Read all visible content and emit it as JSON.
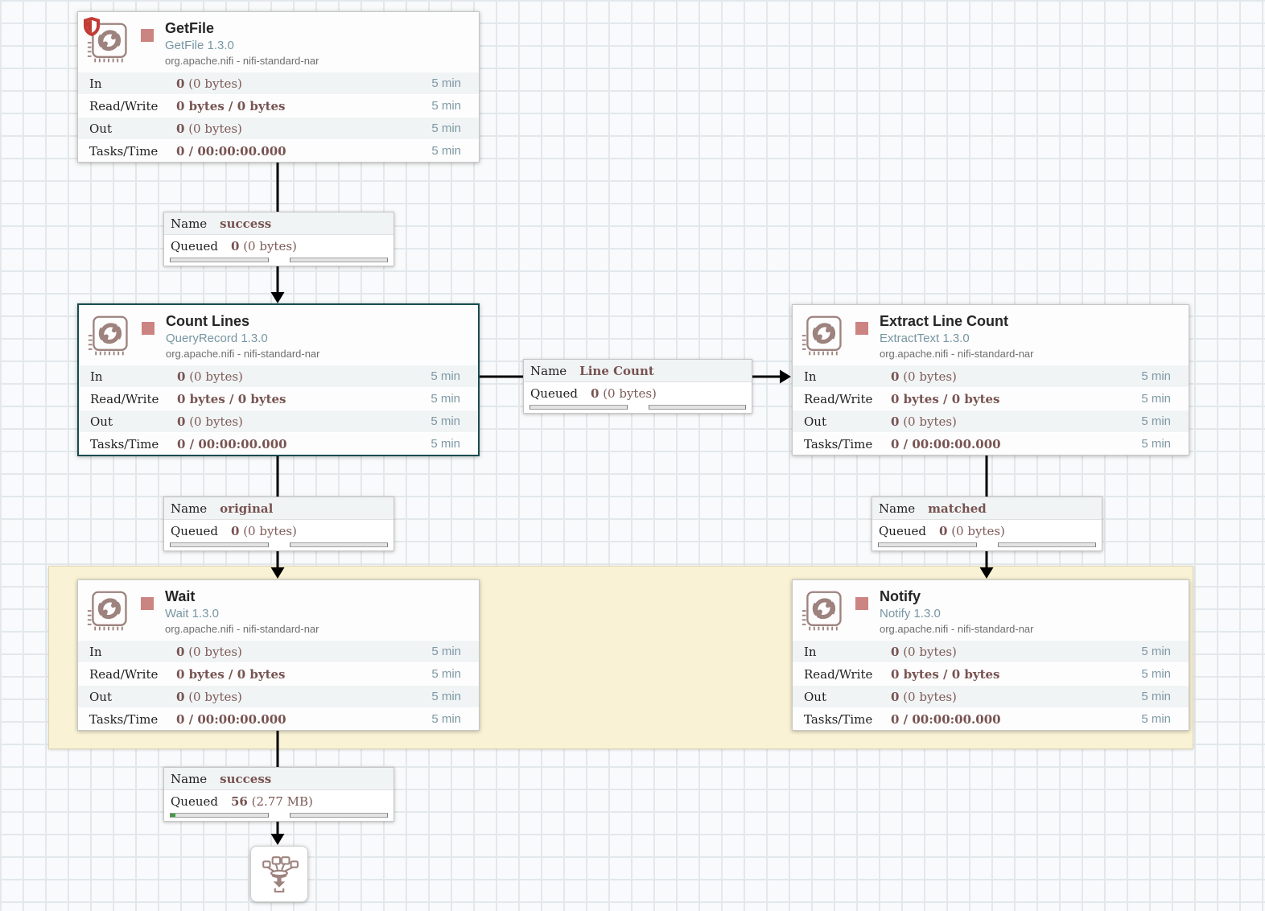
{
  "processors": [
    {
      "name": "GetFile",
      "type_version": "GetFile 1.3.0",
      "bundle": "org.apache.nifi - nifi-standard-nar",
      "restricted": true,
      "stats": [
        {
          "label": "In",
          "bold": "0",
          "rest": " (0 bytes)",
          "window": "5 min"
        },
        {
          "label": "Read/Write",
          "bold": "0 bytes / 0 bytes",
          "rest": "",
          "window": "5 min"
        },
        {
          "label": "Out",
          "bold": "0",
          "rest": " (0 bytes)",
          "window": "5 min"
        },
        {
          "label": "Tasks/Time",
          "bold": "0 / 00:00:00.000",
          "rest": "",
          "window": "5 min"
        }
      ]
    },
    {
      "name": "Count Lines",
      "type_version": "QueryRecord 1.3.0",
      "bundle": "org.apache.nifi - nifi-standard-nar",
      "restricted": false,
      "stats": [
        {
          "label": "In",
          "bold": "0",
          "rest": " (0 bytes)",
          "window": "5 min"
        },
        {
          "label": "Read/Write",
          "bold": "0 bytes / 0 bytes",
          "rest": "",
          "window": "5 min"
        },
        {
          "label": "Out",
          "bold": "0",
          "rest": " (0 bytes)",
          "window": "5 min"
        },
        {
          "label": "Tasks/Time",
          "bold": "0 / 00:00:00.000",
          "rest": "",
          "window": "5 min"
        }
      ]
    },
    {
      "name": "Extract Line Count",
      "type_version": "ExtractText 1.3.0",
      "bundle": "org.apache.nifi - nifi-standard-nar",
      "restricted": false,
      "stats": [
        {
          "label": "In",
          "bold": "0",
          "rest": " (0 bytes)",
          "window": "5 min"
        },
        {
          "label": "Read/Write",
          "bold": "0 bytes / 0 bytes",
          "rest": "",
          "window": "5 min"
        },
        {
          "label": "Out",
          "bold": "0",
          "rest": " (0 bytes)",
          "window": "5 min"
        },
        {
          "label": "Tasks/Time",
          "bold": "0 / 00:00:00.000",
          "rest": "",
          "window": "5 min"
        }
      ]
    },
    {
      "name": "Wait",
      "type_version": "Wait 1.3.0",
      "bundle": "org.apache.nifi - nifi-standard-nar",
      "restricted": false,
      "stats": [
        {
          "label": "In",
          "bold": "0",
          "rest": " (0 bytes)",
          "window": "5 min"
        },
        {
          "label": "Read/Write",
          "bold": "0 bytes / 0 bytes",
          "rest": "",
          "window": "5 min"
        },
        {
          "label": "Out",
          "bold": "0",
          "rest": " (0 bytes)",
          "window": "5 min"
        },
        {
          "label": "Tasks/Time",
          "bold": "0 / 00:00:00.000",
          "rest": "",
          "window": "5 min"
        }
      ]
    },
    {
      "name": "Notify",
      "type_version": "Notify 1.3.0",
      "bundle": "org.apache.nifi - nifi-standard-nar",
      "restricted": false,
      "stats": [
        {
          "label": "In",
          "bold": "0",
          "rest": " (0 bytes)",
          "window": "5 min"
        },
        {
          "label": "Read/Write",
          "bold": "0 bytes / 0 bytes",
          "rest": "",
          "window": "5 min"
        },
        {
          "label": "Out",
          "bold": "0",
          "rest": " (0 bytes)",
          "window": "5 min"
        },
        {
          "label": "Tasks/Time",
          "bold": "0 / 00:00:00.000",
          "rest": "",
          "window": "5 min"
        }
      ]
    }
  ],
  "connections": [
    {
      "name_label": "Name",
      "name": "success",
      "queued_label": "Queued",
      "queued_bold": "0",
      "queued_rest": " (0 bytes)",
      "bar1_fill": "0%",
      "bar2_fill": "0%"
    },
    {
      "name_label": "Name",
      "name": "Line Count",
      "queued_label": "Queued",
      "queued_bold": "0",
      "queued_rest": " (0 bytes)",
      "bar1_fill": "0%",
      "bar2_fill": "0%"
    },
    {
      "name_label": "Name",
      "name": "original",
      "queued_label": "Queued",
      "queued_bold": "0",
      "queued_rest": " (0 bytes)",
      "bar1_fill": "0%",
      "bar2_fill": "0%"
    },
    {
      "name_label": "Name",
      "name": "matched",
      "queued_label": "Queued",
      "queued_bold": "0",
      "queued_rest": " (0 bytes)",
      "bar1_fill": "0%",
      "bar2_fill": "0%"
    },
    {
      "name_label": "Name",
      "name": "success",
      "queued_label": "Queued",
      "queued_bold": "56",
      "queued_rest": " (2.77 MB)",
      "bar1_fill": "5%",
      "bar2_fill": "0%"
    }
  ],
  "colors": {
    "stat_value": "#775351",
    "time_window": "#7d98a5",
    "run_stopped": "#cc8482",
    "selected_border": "#174b4e",
    "group_label_bg": "#faf2d4",
    "icon": "#9d827e",
    "queue_fill": "#3f9c3f"
  }
}
